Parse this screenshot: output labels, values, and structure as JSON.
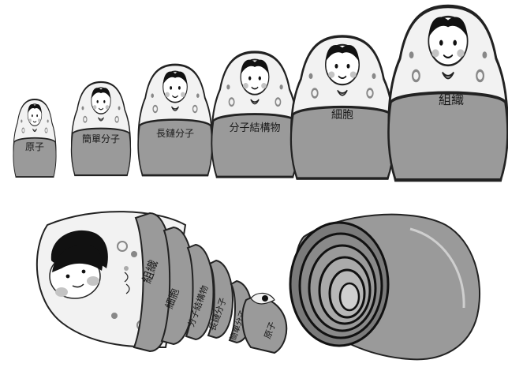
{
  "dolls": [
    {
      "label": "原子"
    },
    {
      "label": "簡單分子"
    },
    {
      "label": "長鏈分子"
    },
    {
      "label": "分子結構物"
    },
    {
      "label": "細胞"
    },
    {
      "label": "組織"
    }
  ],
  "nested": [
    {
      "label": "組織"
    },
    {
      "label": "細胞"
    },
    {
      "label": "分子結構物"
    },
    {
      "label": "長鏈分子"
    },
    {
      "label": "簡單分子"
    },
    {
      "label": "原子"
    }
  ],
  "colors": {
    "body_fill": "#9a9a9a",
    "head_fill": "#f2f2f2",
    "outline": "#222222",
    "hair": "#111111",
    "cheek": "#c4c4c4"
  }
}
